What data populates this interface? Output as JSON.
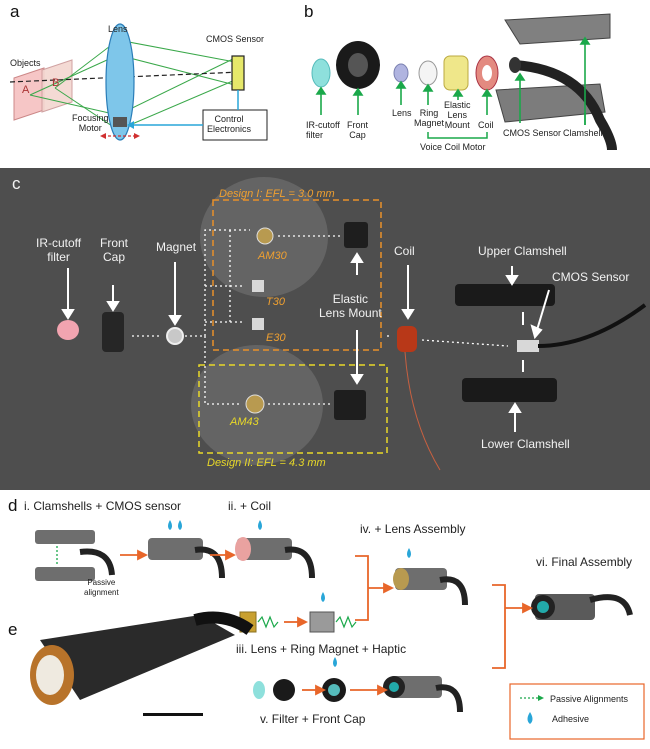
{
  "panel_a": {
    "letter": "a",
    "lens": "Lens",
    "cmos": "CMOS Sensor",
    "objects": "Objects",
    "obj_a": "A",
    "obj_b": "B",
    "focusing_motor": "Focusing\nMotor",
    "control_electronics": "Control\nElectronics"
  },
  "panel_b": {
    "letter": "b",
    "ir_filter": "IR-cutoff\nfilter",
    "front_cap": "Front\nCap",
    "lens": "Lens",
    "ring_magnet": "Ring\nMagnet",
    "elastic_mount": "Elastic\nLens\nMount",
    "coil": "Coil",
    "cmos": "CMOS Sensor",
    "clamshells": "Clamshells",
    "voice_coil": "Voice Coil Motor"
  },
  "panel_c": {
    "letter": "c",
    "ir_filter": "IR-cutoff\nfilter",
    "front_cap": "Front\nCap",
    "magnet": "Magnet",
    "coil": "Coil",
    "upper": "Upper Clamshell",
    "cmos": "CMOS Sensor",
    "elastic": "Elastic\nLens Mount",
    "lower": "Lower Clamshell",
    "design1": "Design I: EFL = 3.0 mm",
    "design2": "Design II: EFL = 4.3 mm",
    "am30": "AM30",
    "t30": "T30",
    "e30": "E30",
    "am43": "AM43"
  },
  "panel_d": {
    "letter": "d",
    "step1": "i. Clamshells + CMOS sensor",
    "step2": "ii. + Coil",
    "step3": "iii. Lens + Ring Magnet + Haptic",
    "step4": "iv. + Lens Assembly",
    "step5": "v. Filter + Front Cap",
    "step6": "vi. Final Assembly",
    "passive": "Passive\nalignment",
    "legend_passive": "Passive Alignments",
    "legend_adhesive": "Adhesive"
  },
  "panel_e": {
    "letter": "e"
  },
  "colors": {
    "green": "#1aa84a",
    "blue": "#29a6d8",
    "orange": "#e8662a",
    "yellow_dash": "#e8d828",
    "orange_dash": "#e8902a"
  }
}
